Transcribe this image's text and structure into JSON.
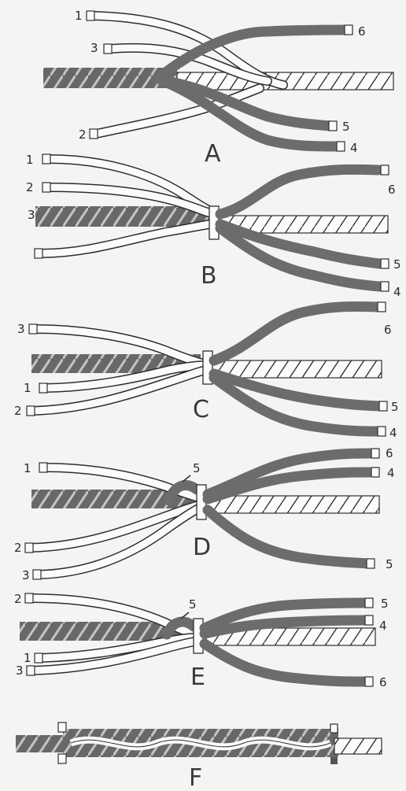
{
  "panels": [
    {
      "id": "A",
      "labels": [
        "1",
        "3",
        "2",
        "6",
        "5",
        "4"
      ]
    },
    {
      "id": "B",
      "labels": [
        "1",
        "2",
        "3",
        "6",
        "5",
        "4"
      ]
    },
    {
      "id": "C",
      "labels": [
        "3",
        "1",
        "2",
        "6",
        "5",
        "4"
      ]
    },
    {
      "id": "D",
      "labels": [
        "1",
        "5",
        "2",
        "3",
        "6",
        "4",
        "5"
      ]
    },
    {
      "id": "E",
      "labels": [
        "2",
        "5",
        "1",
        "3",
        "5",
        "4",
        "6"
      ]
    },
    {
      "id": "F",
      "labels": []
    }
  ],
  "colors": {
    "background": "#f4f4f2",
    "dark_strand": "#6c6c6c",
    "light_strand": "#fbfbf9",
    "outline": "#2e2e2e"
  }
}
